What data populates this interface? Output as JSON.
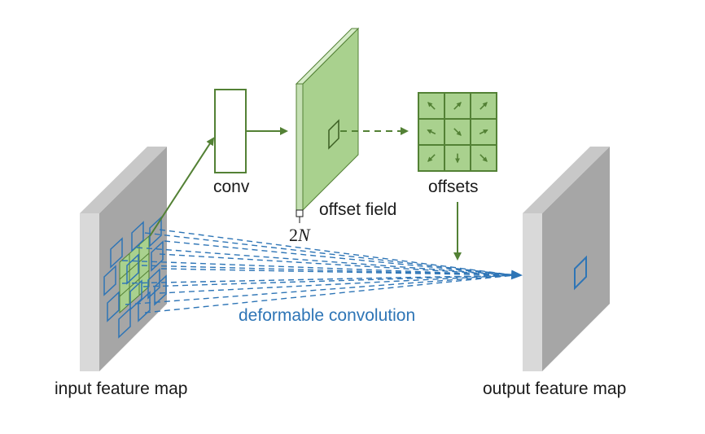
{
  "labels": {
    "conv": "conv",
    "offset_field": "offset field",
    "offsets": "offsets",
    "two_n_number": "2",
    "two_n_symbol": "N",
    "deformable_convolution": "deformable convolution",
    "input_feature_map": "input feature map",
    "output_feature_map": "output feature map"
  },
  "colors": {
    "green_fill": "#a9d18e",
    "green_dark": "#538135",
    "blue": "#2e75b6",
    "deformable_text": "#2e75b6",
    "map_front": "#d9d9d9",
    "map_side": "#a6a6a6"
  },
  "offset_arrow_directions": [
    "up-left",
    "up-right",
    "up-right",
    "left-up",
    "down-right",
    "right-up",
    "down-left",
    "down",
    "down-right"
  ]
}
